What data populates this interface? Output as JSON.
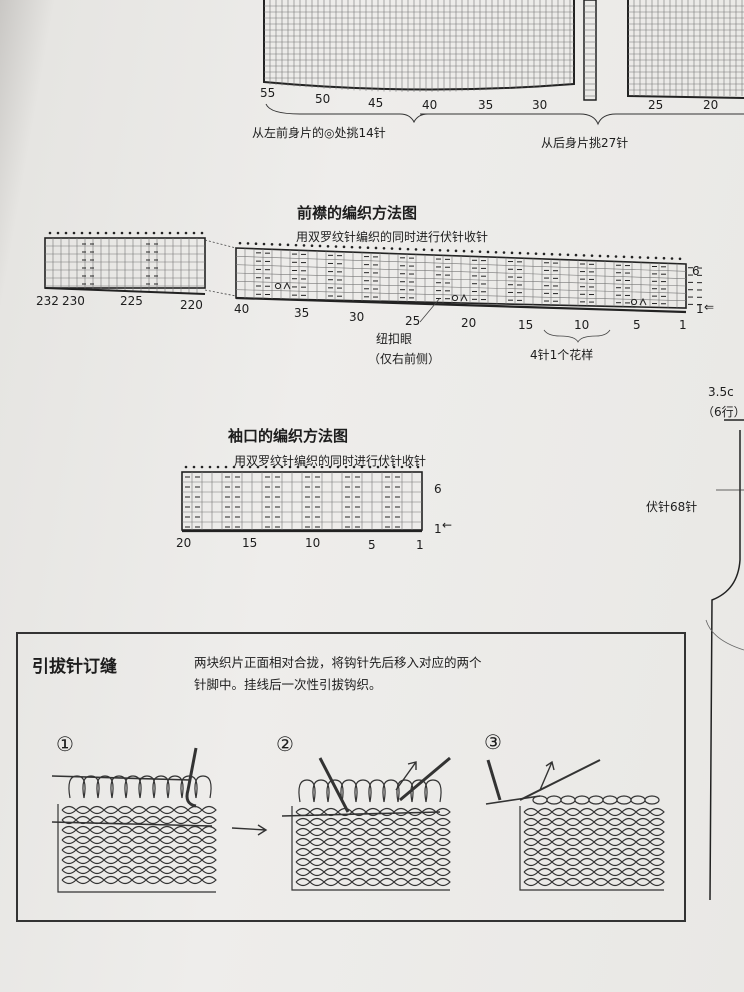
{
  "top_chart": {
    "left_numbers": [
      "55",
      "50",
      "45",
      "40",
      "35",
      "30"
    ],
    "right_numbers": [
      "25",
      "20"
    ],
    "note_left": "从左前身片的◎处挑14针",
    "note_right": "从后身片挑27针"
  },
  "front_band": {
    "title": "前襟的编织方法图",
    "instruction": "用双罗纹针编织的同时进行伏针收针",
    "left_numbers": [
      "232",
      "230",
      "225",
      "220"
    ],
    "right_numbers": [
      "40",
      "35",
      "30",
      "25",
      "20",
      "15",
      "10",
      "5",
      "1"
    ],
    "row_top": "6",
    "row_bottom": "1",
    "buttonhole_label": "纽扣眼",
    "buttonhole_note": "（仅右前侧）",
    "pattern_repeat": "4针1个花样"
  },
  "cuff": {
    "title": "袖口的编织方法图",
    "instruction": "用双罗纹针编织的同时进行伏针收针",
    "numbers": [
      "20",
      "15",
      "10",
      "5",
      "1"
    ],
    "row_top": "6",
    "row_bottom": "1"
  },
  "side": {
    "dim_a": "3.5c",
    "dim_b": "（6行）",
    "bind_off": "伏针68针"
  },
  "seam": {
    "title": "引拔针订缝",
    "desc_line1": "两块织片正面相对合拢，将钩针先后移入对应的两个",
    "desc_line2": "针脚中。挂线后一次性引拔钩织。",
    "steps": [
      "①",
      "②",
      "③"
    ]
  },
  "icons": {
    "return_arrow": "⇐",
    "row_arrow": "←"
  }
}
